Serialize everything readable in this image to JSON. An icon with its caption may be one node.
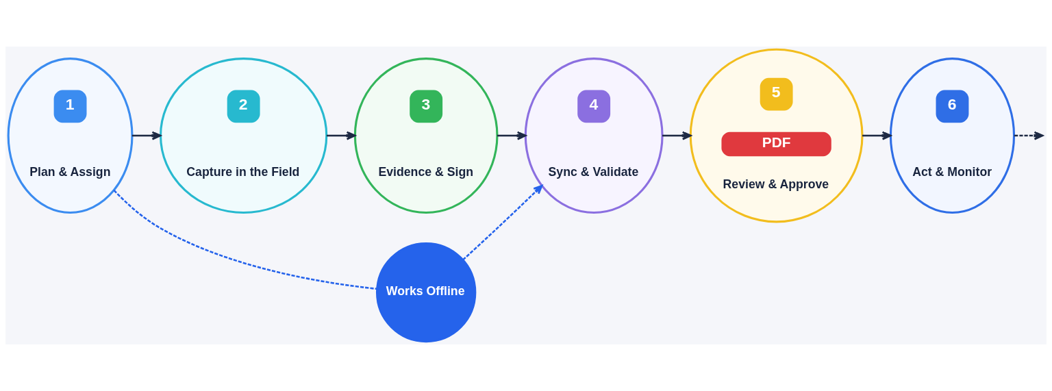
{
  "diagram": {
    "nodes": [
      {
        "text": [
          "1",
          "Plan & Assign"
        ]
      },
      {
        "text": [
          "2",
          "Capture in the Field"
        ]
      },
      {
        "text": [
          "3",
          "Evidence & Sign"
        ]
      },
      {
        "text": [
          "4",
          "Sync & Validate"
        ]
      },
      {
        "text": [
          "5",
          "PDF",
          "Review & Approve"
        ]
      },
      {
        "text": [
          "6",
          "Act & Monitor"
        ]
      },
      {
        "text": [
          "Works Offline"
        ]
      }
    ],
    "edges": [
      {
        "from": 0,
        "to": 1,
        "arrow": "to"
      },
      {
        "from": 1,
        "to": 2,
        "arrow": "to"
      },
      {
        "from": 2,
        "to": 3,
        "arrow": "to"
      },
      {
        "from": 3,
        "to": 4,
        "arrow": "to"
      },
      {
        "from": 4,
        "to": 5,
        "arrow": "to"
      },
      {
        "from": 5,
        "to": null,
        "arrow": "to",
        "style": "dashed"
      },
      {
        "from": 0,
        "to": 6,
        "arrow": "none",
        "style": "dashed",
        "color": "#2563eb"
      },
      {
        "from": 6,
        "to": 3,
        "arrow": "to",
        "style": "dashed",
        "color": "#2563eb"
      }
    ]
  }
}
